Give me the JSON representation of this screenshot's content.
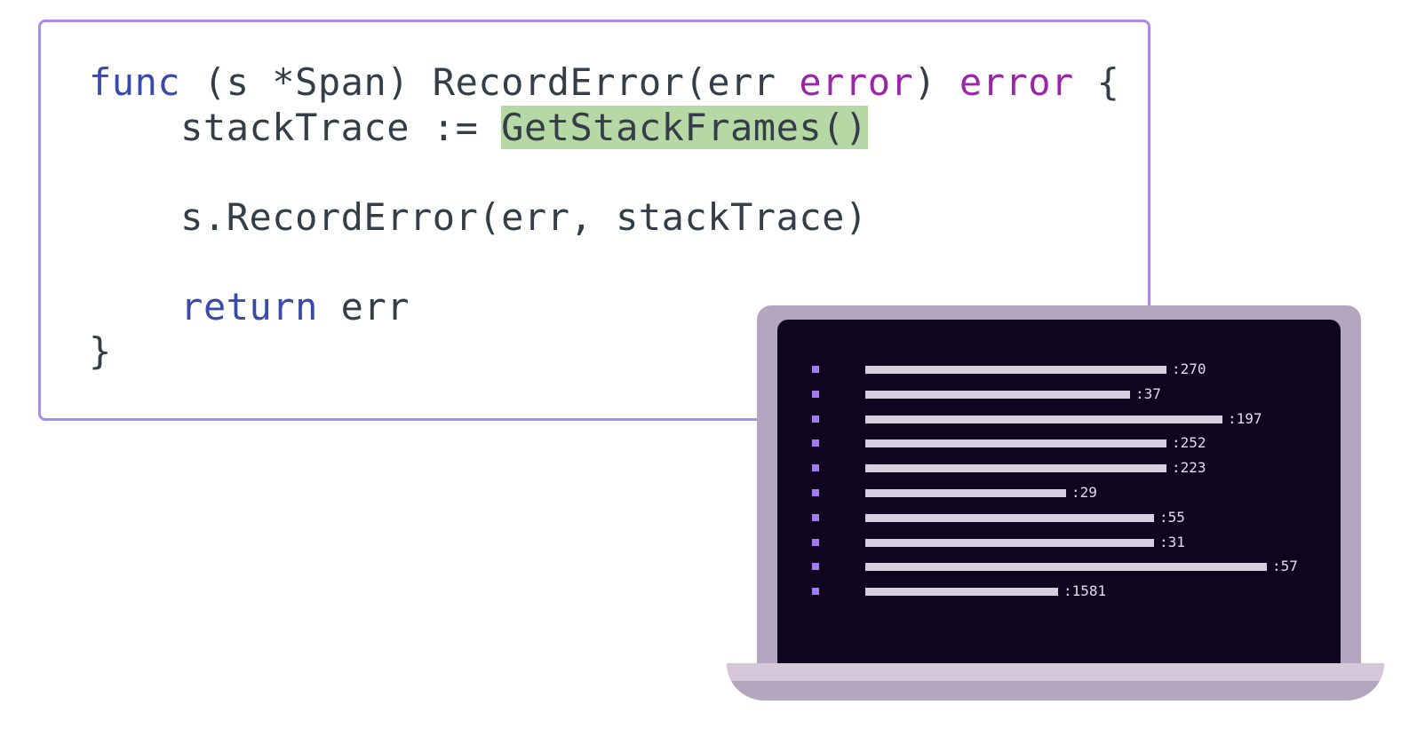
{
  "code": {
    "lines": [
      [
        {
          "t": "func",
          "c": "kw-blue"
        },
        {
          "t": " (s *Span) RecordError(err "
        },
        {
          "t": "error",
          "c": "kw-purple"
        },
        {
          "t": ") "
        },
        {
          "t": "error",
          "c": "kw-purple"
        },
        {
          "t": " {"
        }
      ],
      [
        {
          "t": "    stackTrace := "
        },
        {
          "t": "GetStackFrames()",
          "c": "hl"
        }
      ],
      [
        {
          "t": ""
        }
      ],
      [
        {
          "t": "    s.RecordError(err, stackTrace)"
        }
      ],
      [
        {
          "t": ""
        }
      ],
      [
        {
          "t": "    "
        },
        {
          "t": "return",
          "c": "kw-blue"
        },
        {
          "t": " err"
        }
      ],
      [
        {
          "t": "}"
        }
      ]
    ]
  },
  "stack_frames": [
    {
      "label": ":270",
      "length": 0.75
    },
    {
      "label": ":37",
      "length": 0.66
    },
    {
      "label": ":197",
      "length": 0.89
    },
    {
      "label": ":252",
      "length": 0.75
    },
    {
      "label": ":223",
      "length": 0.75
    },
    {
      "label": ":29",
      "length": 0.5
    },
    {
      "label": ":55",
      "length": 0.72
    },
    {
      "label": ":31",
      "length": 0.72
    },
    {
      "label": ":57",
      "length": 1.0
    },
    {
      "label": ":1581",
      "length": 0.48
    }
  ],
  "colors": {
    "card_border": "#a98bef",
    "screen": "#10051f",
    "laptop_body": "#b5a6bf",
    "highlight": "#b6d8a5"
  }
}
